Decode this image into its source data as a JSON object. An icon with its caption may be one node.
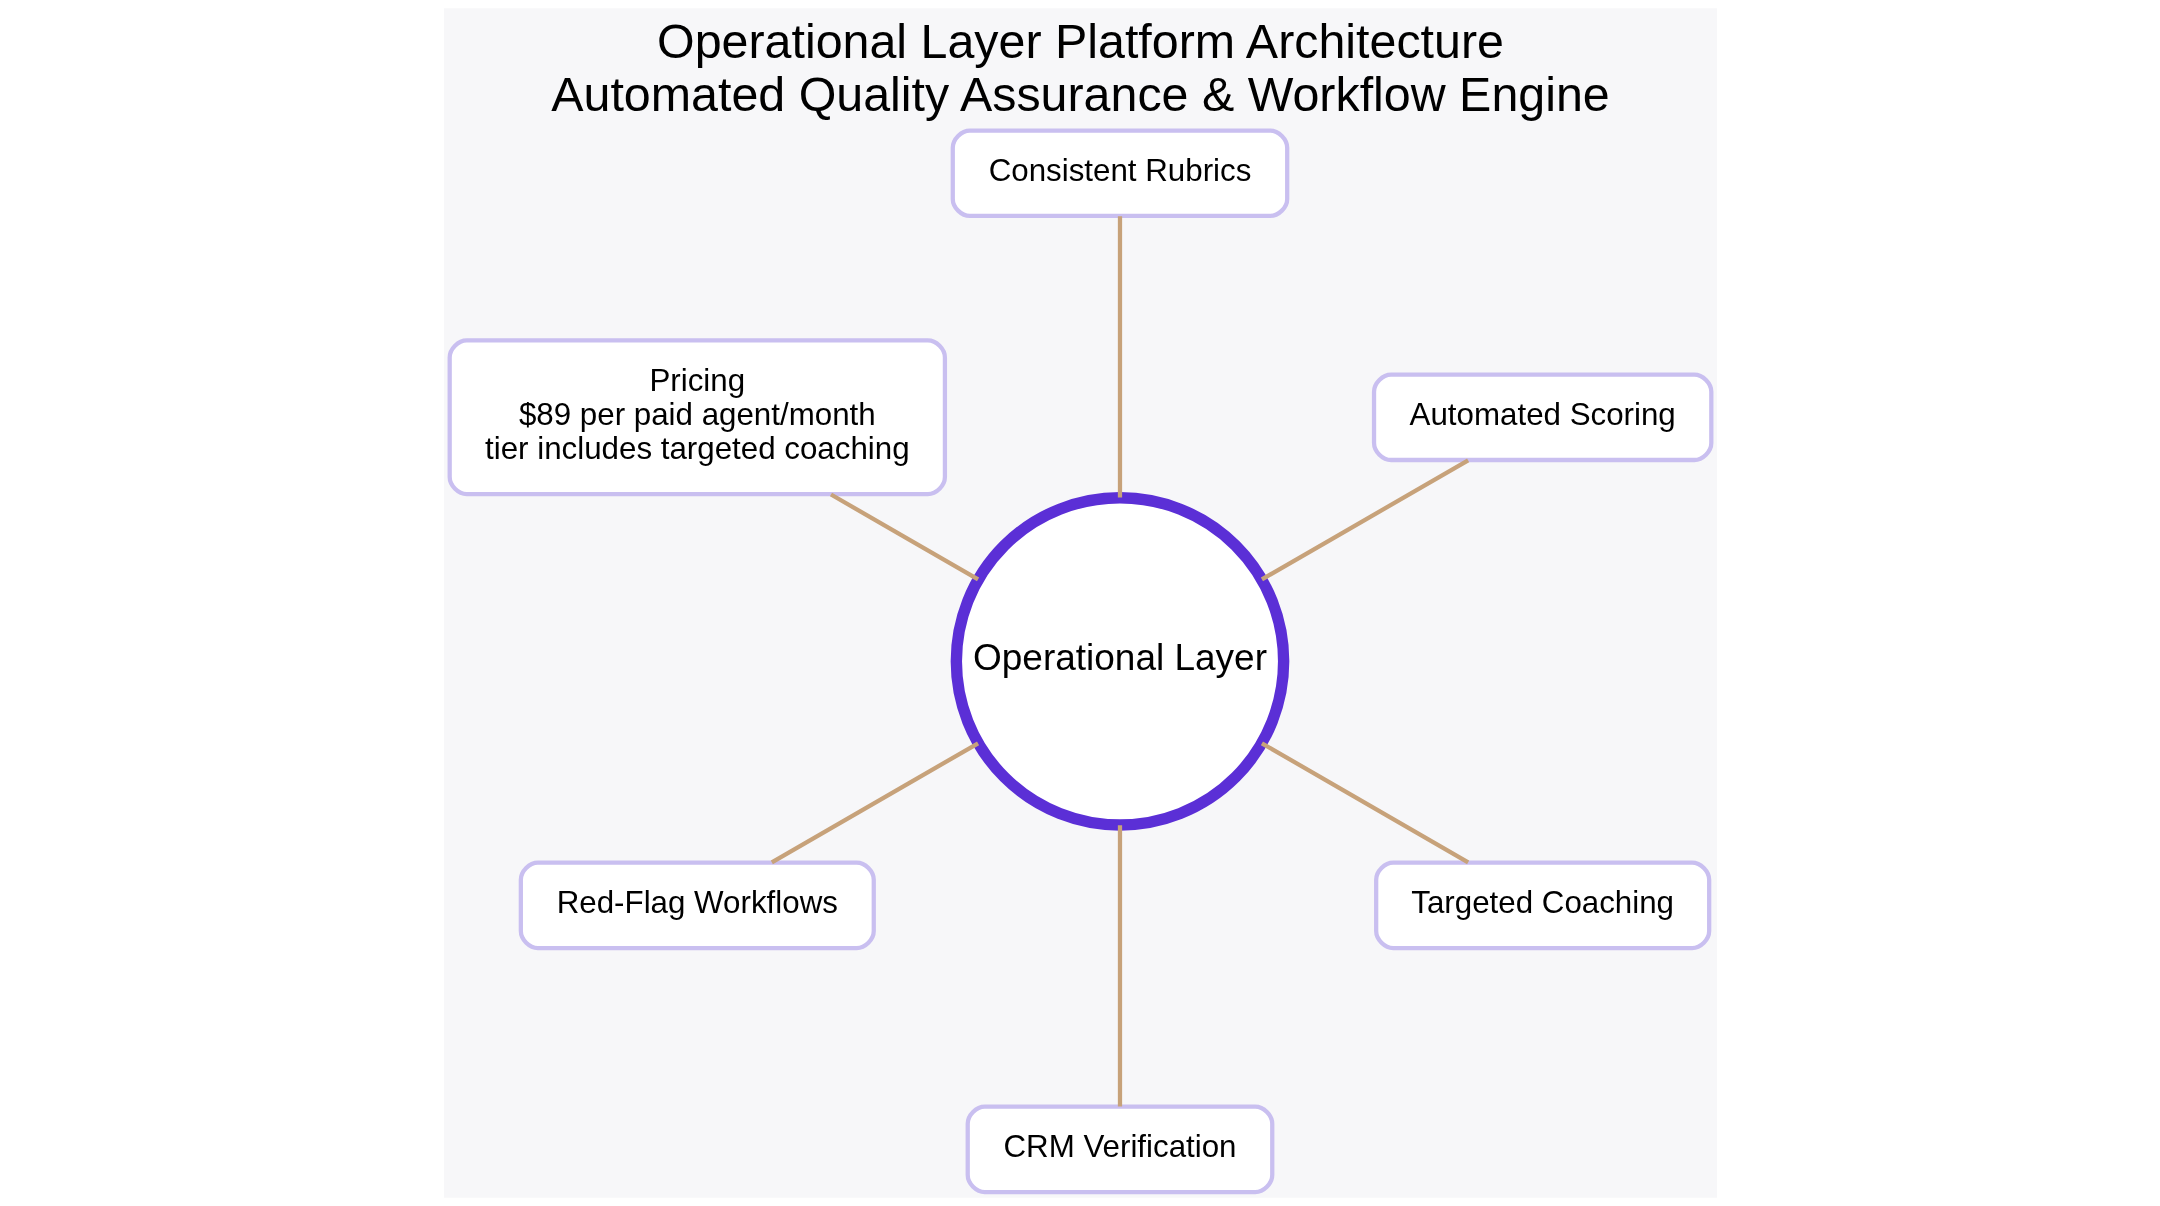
{
  "diagram": {
    "title": "Operational Layer Platform Architecture",
    "caption": "Automated Quality Assurance & Workflow Engine",
    "nodes": [
      {
        "text": [
          "Automated Scoring"
        ]
      },
      {
        "text": [
          "Consistent Rubrics"
        ]
      },
      {
        "text": [
          "Pricing",
          "$89 per paid agent/month",
          "tier includes targeted coaching"
        ]
      },
      {
        "text": [
          "Operational Layer"
        ]
      },
      {
        "text": [
          "Red-Flag Workflows"
        ]
      },
      {
        "text": [
          "CRM Verification"
        ]
      },
      {
        "text": [
          "Targeted Coaching"
        ]
      }
    ],
    "edges": [
      {
        "from": 3,
        "to": 0,
        "arrow": "none"
      },
      {
        "from": 3,
        "to": 1,
        "arrow": "none"
      },
      {
        "from": 3,
        "to": 2,
        "arrow": "none"
      },
      {
        "from": 3,
        "to": 4,
        "arrow": "none"
      },
      {
        "from": 3,
        "to": 5,
        "arrow": "none"
      },
      {
        "from": 3,
        "to": 6,
        "arrow": "none"
      }
    ]
  }
}
